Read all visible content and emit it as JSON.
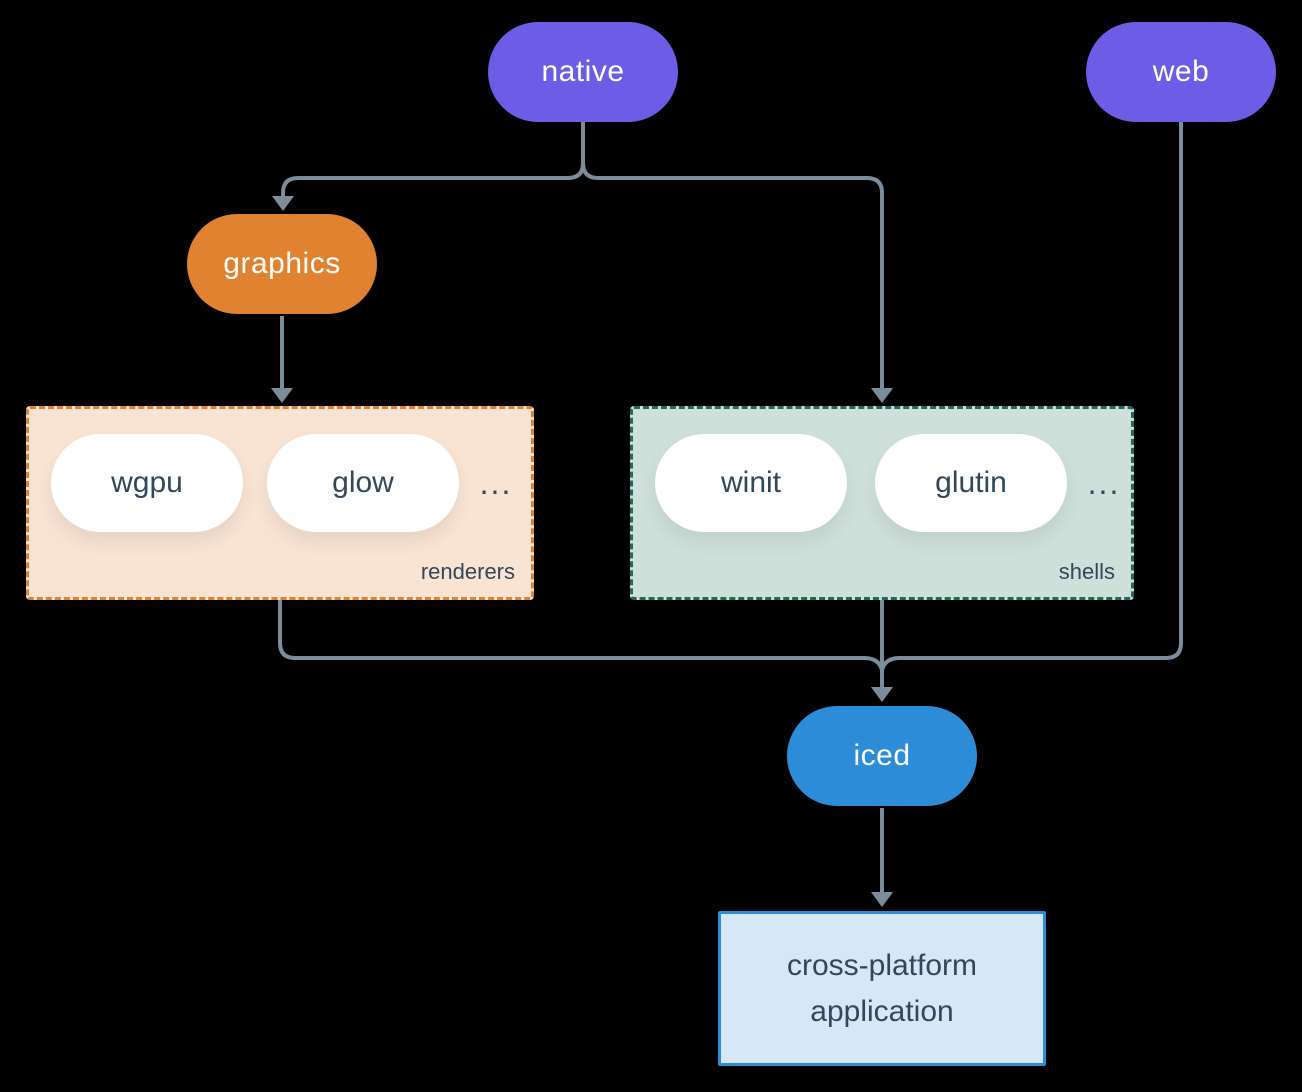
{
  "nodes": {
    "native": {
      "label": "native",
      "color": "#6C5CE6"
    },
    "web": {
      "label": "web",
      "color": "#6C5CE6"
    },
    "graphics": {
      "label": "graphics",
      "color": "#E0822F"
    },
    "iced": {
      "label": "iced",
      "color": "#2D8CD7"
    },
    "application": {
      "line1": "cross-platform",
      "line2": "application",
      "fill": "#D6E8F8",
      "border": "#2D8CD7"
    }
  },
  "groups": {
    "renderers": {
      "label": "renderers",
      "items": [
        "wgpu",
        "glow"
      ],
      "more": "...",
      "fill": "#F9E4D4",
      "border": "#E0822F"
    },
    "shells": {
      "label": "shells",
      "items": [
        "winit",
        "glutin"
      ],
      "more": "...",
      "fill": "#CFE0DA",
      "border": "#20695D"
    }
  },
  "colors": {
    "background": "#000000",
    "connector": "#7B8D9A",
    "dark_text": "#33475A",
    "chip_fill": "#FFFFFF"
  }
}
